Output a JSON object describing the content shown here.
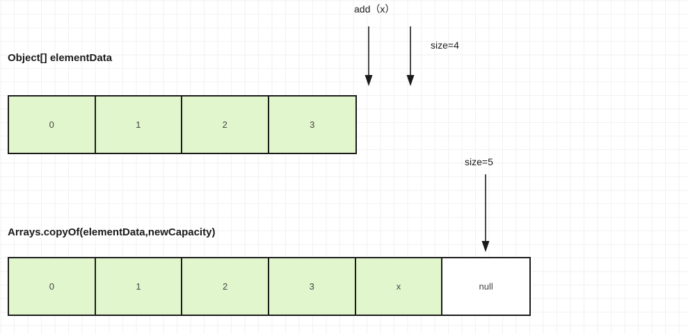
{
  "diagram": {
    "title_top": "Object[] elementData",
    "title_bottom": "Arrays.copyOf(elementData,newCapacity)",
    "annotations": {
      "add_call": "add（x）",
      "size4": "size=4",
      "size5": "size=5"
    },
    "arrays": {
      "top": {
        "cells": [
          {
            "value": "0",
            "state": "filled"
          },
          {
            "value": "1",
            "state": "filled"
          },
          {
            "value": "2",
            "state": "filled"
          },
          {
            "value": "3",
            "state": "filled"
          }
        ]
      },
      "bottom": {
        "cells": [
          {
            "value": "0",
            "state": "filled"
          },
          {
            "value": "1",
            "state": "filled"
          },
          {
            "value": "2",
            "state": "filled"
          },
          {
            "value": "3",
            "state": "filled"
          },
          {
            "value": "x",
            "state": "filled"
          },
          {
            "value": "null",
            "state": "empty"
          }
        ]
      }
    },
    "colors": {
      "cell_fill": "#e2f6cd",
      "cell_empty": "#ffffff",
      "border": "#1a1a1a",
      "grid_minor": "#f2f2f2",
      "grid_major": "#e8e8e8"
    }
  }
}
